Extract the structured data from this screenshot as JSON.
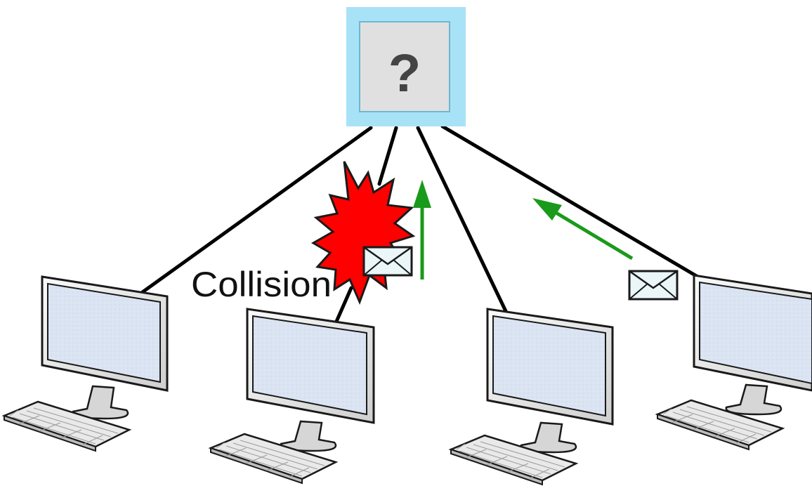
{
  "diagram": {
    "device": {
      "symbol": "?",
      "fill": "#e0e0e0",
      "frame": "#a8e2f7"
    },
    "collision": {
      "label": "Collision",
      "color": "#ff0000"
    },
    "arrow_color": "#1a9a1a",
    "cable_color": "#000000",
    "computers": [
      {
        "id": 1
      },
      {
        "id": 2
      },
      {
        "id": 3
      },
      {
        "id": 4
      }
    ],
    "envelopes": [
      {
        "id": 1
      },
      {
        "id": 2
      }
    ]
  }
}
